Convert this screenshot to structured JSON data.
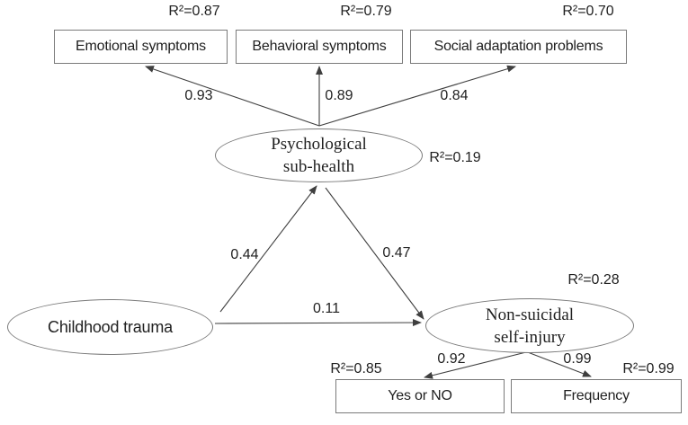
{
  "figure": {
    "colors": {
      "background": "#ffffff",
      "arrow_line": "#3f3f3f",
      "shape_border": "#7a7a7a",
      "text": "#1f1f1f"
    }
  },
  "nodes": {
    "emotional": {
      "label": "Emotional symptoms",
      "r2": "R²=0.87"
    },
    "behavioral": {
      "label": "Behavioral symptoms",
      "r2": "R²=0.79"
    },
    "social": {
      "label": "Social adaptation problems",
      "r2": "R²=0.70"
    },
    "psychological": {
      "line1": "Psychological",
      "line2": "sub-health",
      "r2": "R²=0.19"
    },
    "childhood": {
      "label": "Childhood trauma"
    },
    "nssi": {
      "line1": "Non-suicidal",
      "line2": "self-injury",
      "r2": "R²=0.28"
    },
    "yesno": {
      "label": "Yes or NO",
      "r2": "R²=0.85"
    },
    "frequency": {
      "label": "Frequency",
      "r2": "R²=0.99"
    }
  },
  "coefficients": {
    "psych_emotional": "0.93",
    "psych_behavioral": "0.89",
    "psych_social": "0.84",
    "childhood_psych": "0.44",
    "psych_nssi": "0.47",
    "childhood_nssi": "0.11",
    "nssi_yesno": "0.92",
    "nssi_frequency": "0.99"
  }
}
